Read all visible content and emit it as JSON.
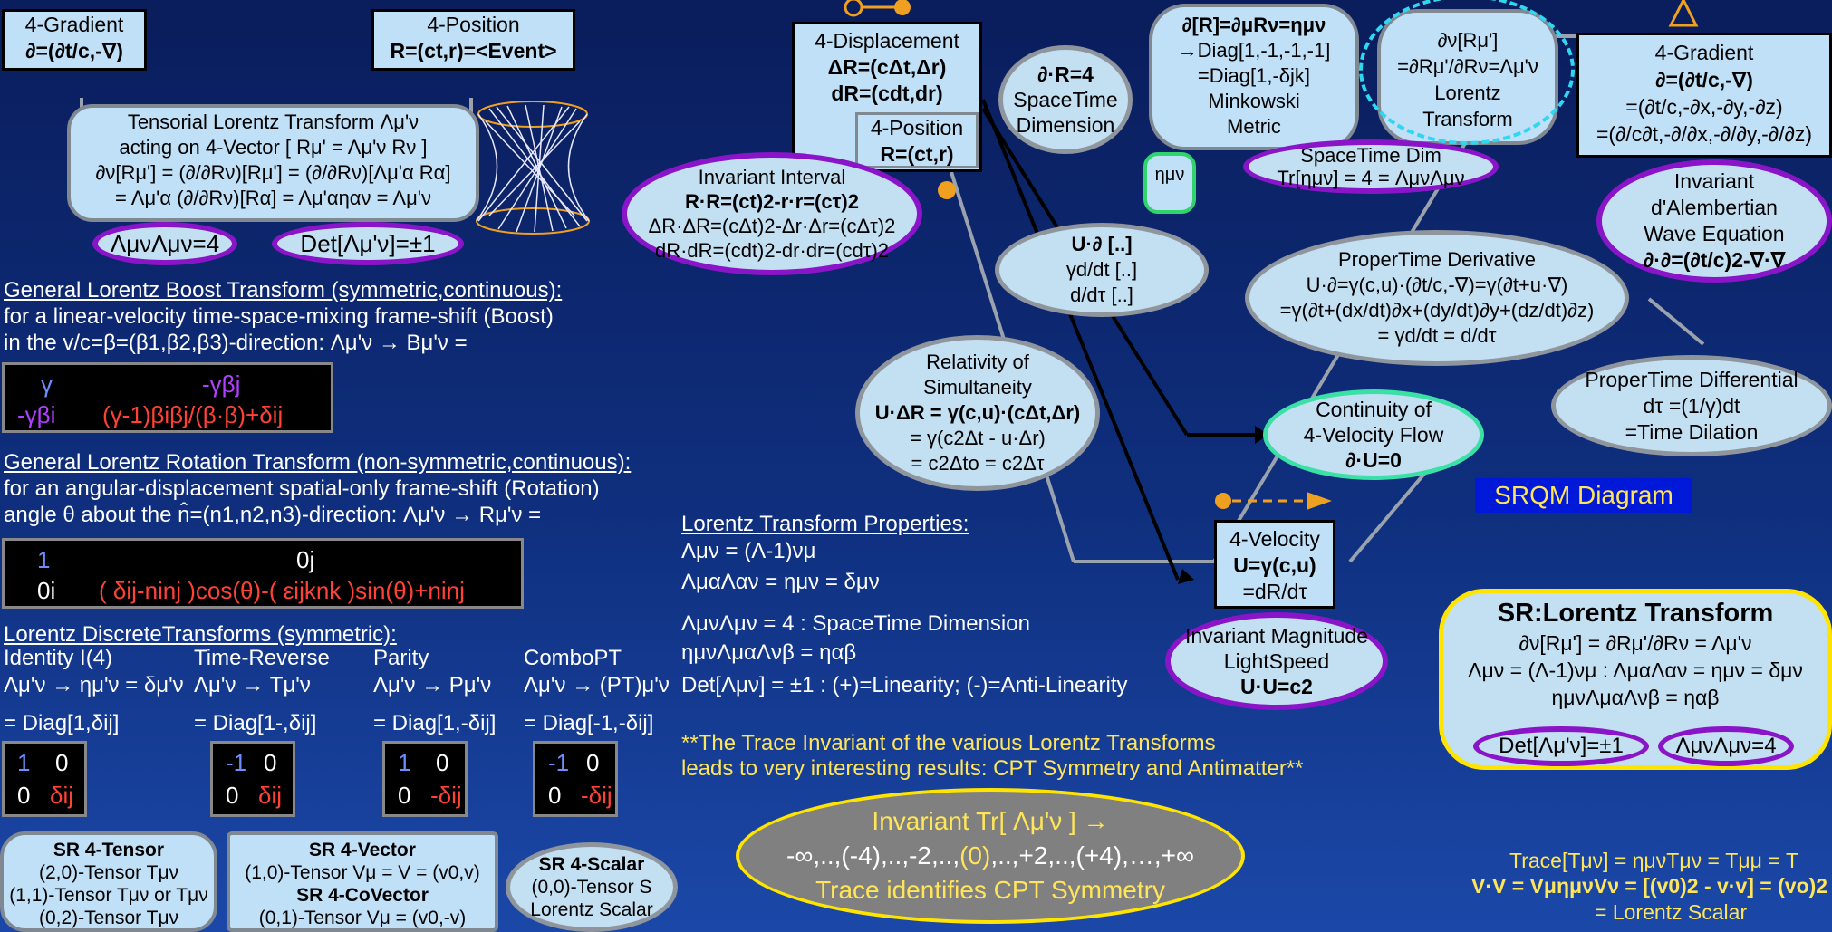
{
  "left_top": {
    "gradient_title": "4-Gradient",
    "gradient_formula": "∂=(∂t/c,-∇)",
    "position_title": "4-Position",
    "position_formula": "R=(ct,r)=<Event>",
    "tensorial": {
      "l1": "Tensorial Lorentz Transform Λμ'ν",
      "l2": "acting on 4-Vector [ Rμ' = Λμ'ν Rν ]",
      "l3": "∂ν[Rμ'] = (∂/∂Rν)[Rμ'] = (∂/∂Rν)[Λμ'α Rα]",
      "l4": "= Λμ'α (∂/∂Rν)[Rα] = Λμ'αηαν = Λμ'ν"
    },
    "lambda_trace": "ΛμνΛμν=4",
    "det": "Det[Λμ'ν]=±1"
  },
  "boost": {
    "heading": "General Lorentz Boost Transform (symmetric,continuous):",
    "l1": "for a linear-velocity time-space-mixing frame-shift (Boost)",
    "l2": "in the v/c=β=(β1,β2,β3)-direction: Λμ'ν → Bμ'ν =",
    "m11": "γ",
    "m12": "-γβj",
    "m21": "-γβi",
    "m22": "(γ-1)βiβj/(β·β)+δij"
  },
  "rotation": {
    "heading": "General Lorentz Rotation Transform (non-symmetric,continuous):",
    "l1": "for an angular-displacement spatial-only frame-shift (Rotation)",
    "l2": "angle θ about the n̂=(n1,n2,n3)-direction: Λμ'ν → Rμ'ν =",
    "m11": "1",
    "m12": "0j",
    "m21": "0i",
    "m22": "( δij-ninj )cos(θ)-( εijknk )sin(θ)+ninj"
  },
  "discrete": {
    "heading": "Lorentz DiscreteTransforms (symmetric):",
    "cols": [
      {
        "name": "Identity I(4)",
        "map": "Λμ'ν → ημ'ν = δμ'ν",
        "diag": "= Diag[1,δij]",
        "a": "1",
        "b": "0",
        "c": "0",
        "d": "δij"
      },
      {
        "name": "Time-Reverse",
        "map": "Λμ'ν → Tμ'ν",
        "diag": "= Diag[1-,δij]",
        "a": "-1",
        "b": "0",
        "c": "0",
        "d": "δij"
      },
      {
        "name": "Parity",
        "map": "Λμ'ν → Pμ'ν",
        "diag": "= Diag[1,-δij]",
        "a": "1",
        "b": "0",
        "c": "0",
        "d": "-δij"
      },
      {
        "name": "ComboPT",
        "map": "Λμ'ν → (PT)μ'ν",
        "diag": "= Diag[-1,-δij]",
        "a": "-1",
        "b": "0",
        "c": "0",
        "d": "-δij"
      }
    ]
  },
  "bottom_left": {
    "tensor_title": "SR 4-Tensor",
    "tensor_l1": "(2,0)-Tensor Tμν",
    "tensor_l2": "(1,1)-Tensor Tμν or Tμν",
    "tensor_l3": "(0,2)-Tensor Tμν",
    "vector_title": "SR 4-Vector",
    "vector_l1": "(1,0)-Tensor Vμ = V = (v0,v)",
    "covector_title": "SR 4-CoVector",
    "covector_l1": "(0,1)-Tensor Vμ = (v0,-v)",
    "scalar_title": "SR 4-Scalar",
    "scalar_l1": "(0,0)-Tensor S",
    "scalar_l2": "Lorentz Scalar"
  },
  "center": {
    "displacement_title": "4-Displacement",
    "displacement_l1": "ΔR=(cΔt,Δr)",
    "displacement_l2": "dR=(cdt,dr)",
    "position2_title": "4-Position",
    "position2_formula": "R=(ct,r)",
    "interval_title": "Invariant Interval",
    "interval_l1": "R·R=(ct)2-r·r=(cτ)2",
    "interval_l2": "ΔR·ΔR=(cΔt)2-Δr·Δr=(cΔτ)2",
    "interval_l3": "dR·dR=(cdt)2-dr·dr=(cdτ)2",
    "dim_l1": "∂·R=4",
    "dim_l2": "SpaceTime",
    "dim_l3": "Dimension",
    "metric_l1": "∂[R]=∂μRν=ημν",
    "metric_l2": "→Diag[1,-1,-1,-1]",
    "metric_l3": "=Diag[1,-δjk]",
    "metric_l4": "Minkowski",
    "metric_l5": "Metric",
    "eta": "ημν",
    "lorentz_l1": "∂ν[Rμ']",
    "lorentz_l2": "=∂Rμ'/∂Rν=Λμ'ν",
    "lorentz_l3": "Lorentz",
    "lorentz_l4": "Transform",
    "stdim_l1": "SpaceTime Dim",
    "stdim_l2": "Tr[ημν] = 4 = ΛμνΛμν",
    "op_l1": "U·∂ [..]",
    "op_l2": "γd/dt [..]",
    "op_l3": "d/dτ [..]",
    "ptd_title": "ProperTime Derivative",
    "ptd_l1": "U·∂=γ(c,u)·(∂t/c,-∇)=γ(∂t+u·∇)",
    "ptd_l2": "=γ(∂t+(dx/dt)∂x+(dy/dt)∂y+(dz/dt)∂z)",
    "ptd_l3": "= γd/dt = d/dτ",
    "rel_l1": "Relativity of",
    "rel_l2": "Simultaneity",
    "rel_l3": "U·ΔR = γ(c,u)·(cΔt,Δr)",
    "rel_l4": "= γ(c2Δt - u·Δr)",
    "rel_l5": "= c2Δto = c2Δτ",
    "cont_l1": "Continuity of",
    "cont_l2": "4-Velocity Flow",
    "cont_l3": "∂·U=0",
    "vel_title": "4-Velocity",
    "vel_l1": "U=γ(c,u)",
    "vel_l2": "=dR/dτ",
    "mag_l1": "Invariant Magnitude",
    "mag_l2": "LightSpeed",
    "mag_l3": "U·U=c2"
  },
  "properties": {
    "heading": "Lorentz Transform Properties:",
    "p1": "Λμν = (Λ-1)νμ",
    "p2": "ΛμαΛαν = ημν = δμν",
    "p3": "ΛμνΛμν = 4 : SpaceTime Dimension",
    "p4": "ημνΛμαΛνβ = ηαβ",
    "p5": "Det[Λμν] = ±1 : (+)=Linearity; (-)=Anti-Linearity",
    "note1": "**The Trace Invariant of the various Lorentz Transforms",
    "note2": "leads to very interesting results: CPT Symmetry and Antimatter**"
  },
  "trace_ellipse": {
    "l1": "Invariant Tr[ Λμ'ν ] →",
    "l2a": "-∞,..,(-4),..,-2,..,",
    "l2b": "(0)",
    "l2c": ",..,+2,..,(+4),…,+∞",
    "l3": "Trace identifies CPT Symmetry"
  },
  "right": {
    "grad_title": "4-Gradient",
    "grad_l1": "∂=(∂t/c,-∇)",
    "grad_l2": "=(∂t/c,-∂x,-∂y,-∂z)",
    "grad_l3": "=(∂/c∂t,-∂/∂x,-∂/∂y,-∂/∂z)",
    "dal_l1": "Invariant",
    "dal_l2": "d'Alembertian",
    "dal_l3": "Wave Equation",
    "dal_l4": "∂·∂=(∂t/c)2-∇·∇",
    "ptdiff_l1": "ProperTime Differential",
    "ptdiff_l2": "dτ =(1/γ)dt",
    "ptdiff_l3": "=Time Dilation",
    "srqm": "SRQM Diagram",
    "lt_title": "SR:Lorentz Transform",
    "lt_l1": "∂ν[Rμ'] = ∂Rμ'/∂Rν = Λμ'ν",
    "lt_l2": "Λμν = (Λ-1)νμ : ΛμαΛαν = ημν = δμν",
    "lt_l3": "ημνΛμαΛνβ = ηαβ",
    "lt_det": "Det[Λμ'ν]=±1",
    "lt_trace": "ΛμνΛμν=4",
    "trace_l1": "Trace[Tμν] = ημνTμν = Tμμ = T",
    "trace_l2": "V·V = VμημνVν = [(v0)2 - v·v] = (vo)2",
    "trace_l3": "= Lorentz Scalar"
  }
}
